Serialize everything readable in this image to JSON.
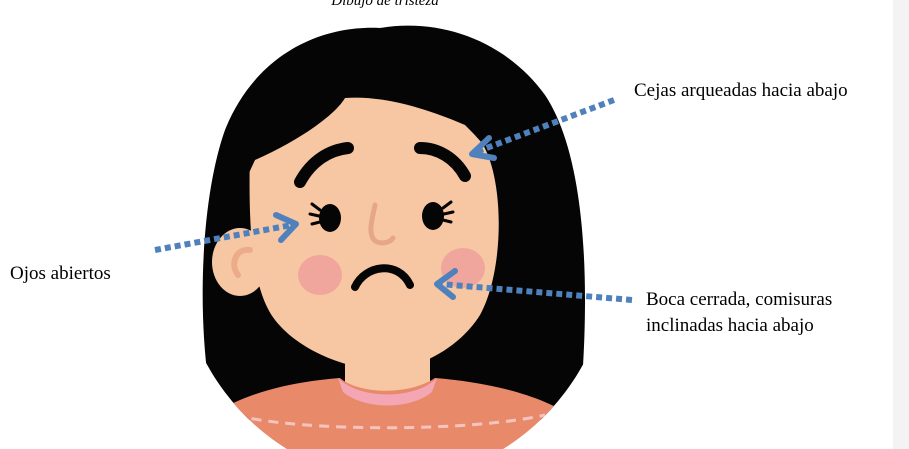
{
  "caption": "Dibujo de tristeza",
  "annotations": {
    "eyebrows": "Cejas arqueadas hacia abajo",
    "eyes": "Ojos abiertos",
    "mouth_line1": "Boca cerrada, comisuras",
    "mouth_line2": "inclinadas hacia abajo"
  },
  "colors": {
    "hair": "#050505",
    "skin": "#f7c6a3",
    "ear_inner": "#ecac8a",
    "cheeks": "#f0a69d",
    "shirt": "#e88a6a",
    "collar": "#f4a6b4",
    "shirt_stitch": "#f6c4c0",
    "arrows": "#4f81bd",
    "nose": "#e6a787"
  }
}
